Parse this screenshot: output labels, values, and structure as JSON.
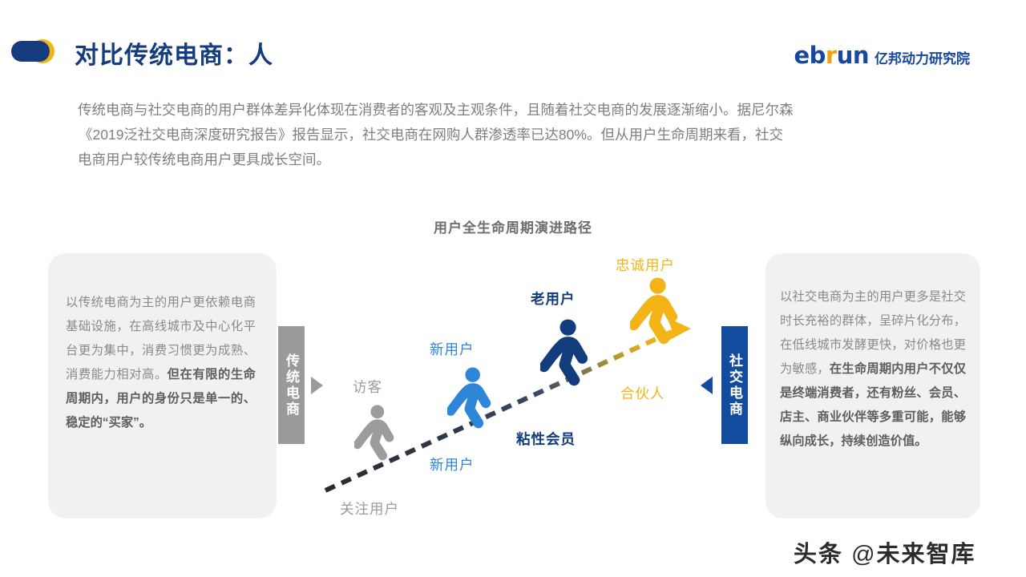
{
  "header": {
    "title": "对比传统电商：人",
    "logo": {
      "wordmark_prefix": "eb",
      "wordmark_accent": "r",
      "wordmark_suffix": "un",
      "wordmark_cn": "亿邦动力研究院",
      "accent_color": "#F2A00F",
      "brand_color": "#17479E"
    }
  },
  "intro": {
    "line1": "传统电商与社交电商的用户群体差异化体现在消费者的客观及主观条件，且随着社交电商的发展逐渐缩小。据尼尔森",
    "line2": "《2019泛社交电商深度研究报告》报告显示，社交电商在网购人群渗透率已达80%。但从用户生命周期来看，社交",
    "line3": "电商用户较传统电商用户更具成长空间。"
  },
  "chart": {
    "title": "用户全生命周期演进路径"
  },
  "left_card": {
    "text_normal": "以传统电商为主的用户更依赖电商基础设施，在高线城市及中心化平台更为集中，消费习惯更为成熟、消费能力相对高。",
    "text_bold": "但在有限的生命周期内，用户的身份只是单一的、稳定的“买家”。"
  },
  "right_card": {
    "text_normal": "以社交电商为主的用户更多是社交时长充裕的群体，呈碎片化分布，在低线城市发酵更快，对价格也更为敏感，",
    "text_bold": "在生命周期内用户不仅仅是终端消费者，还有粉丝、会员、店主、商业伙伴等多重可能，能够纵向成长，持续创造价值。"
  },
  "pillars": {
    "traditional": {
      "label": "传统电商",
      "color": "#9A9A9A"
    },
    "social": {
      "label": "社交电商",
      "color": "#134C9E"
    }
  },
  "chart_data": {
    "type": "scatter",
    "title": "用户全生命周期演进路径",
    "xlabel": "",
    "ylabel": "",
    "description": "用户生命周期演进路径：从传统电商侧的访客/关注用户，经新用户、老用户/粘性会员，到社交电商侧的忠诚用户/合伙人，沿一条上升的虚线箭头推进。",
    "axis_from": "传统电商",
    "axis_to": "社交电商",
    "stages": [
      {
        "index": 1,
        "figure_color": "#9C9C9C",
        "label_above": "访客",
        "label_below": "关注用户",
        "label_above_color": "#9C9C9C",
        "label_below_color": "#9C9C9C",
        "x": 0.12,
        "y": 0.18
      },
      {
        "index": 2,
        "figure_color": "#2E86D9",
        "label_above": "新用户",
        "label_below": "新用户",
        "label_above_color": "#2E86D9",
        "label_below_color": "#2E86D9",
        "x": 0.37,
        "y": 0.42
      },
      {
        "index": 3,
        "figure_color": "#123C7C",
        "label_above": "老用户",
        "label_below": "粘性会员",
        "label_above_color": "#123C7C",
        "label_below_color": "#123C7C",
        "x": 0.63,
        "y": 0.68
      },
      {
        "index": 4,
        "figure_color": "#F2B417",
        "label_above": "忠诚用户",
        "label_below": "合伙人",
        "label_above_color": "#F2B417",
        "label_below_color": "#F2B417",
        "x": 0.86,
        "y": 0.92
      }
    ],
    "trend_line": {
      "style": "dashed",
      "direction": "up-right",
      "start_color": "#2B2B2B",
      "end_color": "#F2B417",
      "arrow_head": true
    }
  },
  "watermark": {
    "prefix": "头条",
    "at": "@",
    "suffix": "未来智库"
  }
}
